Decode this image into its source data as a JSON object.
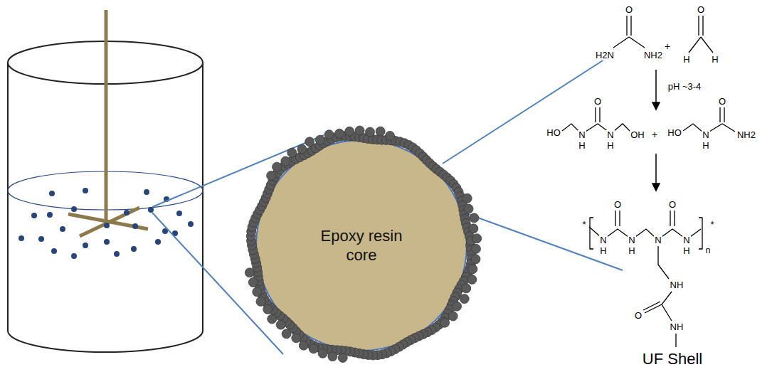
{
  "diagram": {
    "nodes": [
      {
        "text": [
          "Epoxy resin core"
        ]
      }
    ],
    "labels": [
      "O",
      "H2N",
      "NH2",
      "+",
      "O",
      "H",
      "H",
      "pH ~3-4",
      "O",
      "HO",
      "N",
      "H",
      "N",
      "H",
      "OH",
      "+",
      "O",
      "HO",
      "N",
      "H",
      "NH2",
      "*",
      "N",
      "H",
      "O",
      "N",
      "H",
      "N",
      "O",
      "N",
      "H",
      "n",
      "*",
      "NH",
      "O",
      "NH",
      "UF Shell"
    ]
  }
}
